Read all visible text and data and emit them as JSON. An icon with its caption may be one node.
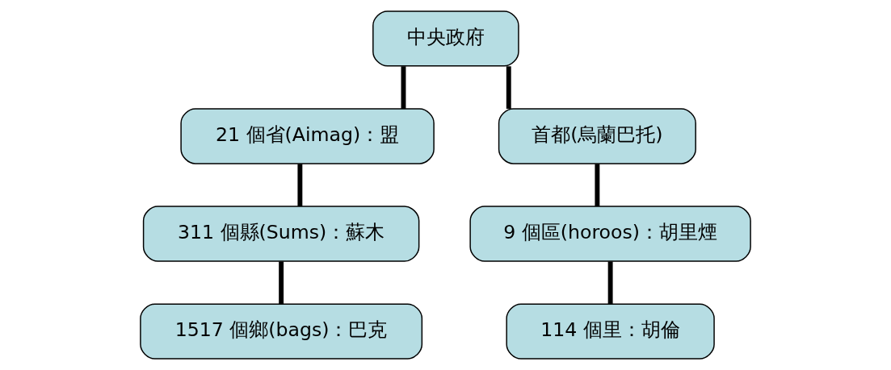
{
  "diagram": {
    "nodes": [
      {
        "text": [
          "中央政府"
        ]
      },
      {
        "text": [
          "21 個省(Aimag)：盟"
        ]
      },
      {
        "text": [
          "首都(烏蘭巴托)"
        ]
      },
      {
        "text": [
          "311 個縣(Sums)：蘇木"
        ]
      },
      {
        "text": [
          "1517 個鄉(bags)：巴克"
        ]
      },
      {
        "text": [
          "9 個區(horoos)：胡里煙"
        ]
      },
      {
        "text": [
          "114 個里：胡倫"
        ]
      }
    ],
    "edges": [
      {
        "from": 0,
        "to": 1,
        "arrow": "none"
      },
      {
        "from": 0,
        "to": 2,
        "arrow": "none"
      },
      {
        "from": 1,
        "to": 3,
        "arrow": "none"
      },
      {
        "from": 3,
        "to": 4,
        "arrow": "none"
      },
      {
        "from": 2,
        "to": 5,
        "arrow": "none"
      },
      {
        "from": 5,
        "to": 6,
        "arrow": "none"
      }
    ]
  }
}
